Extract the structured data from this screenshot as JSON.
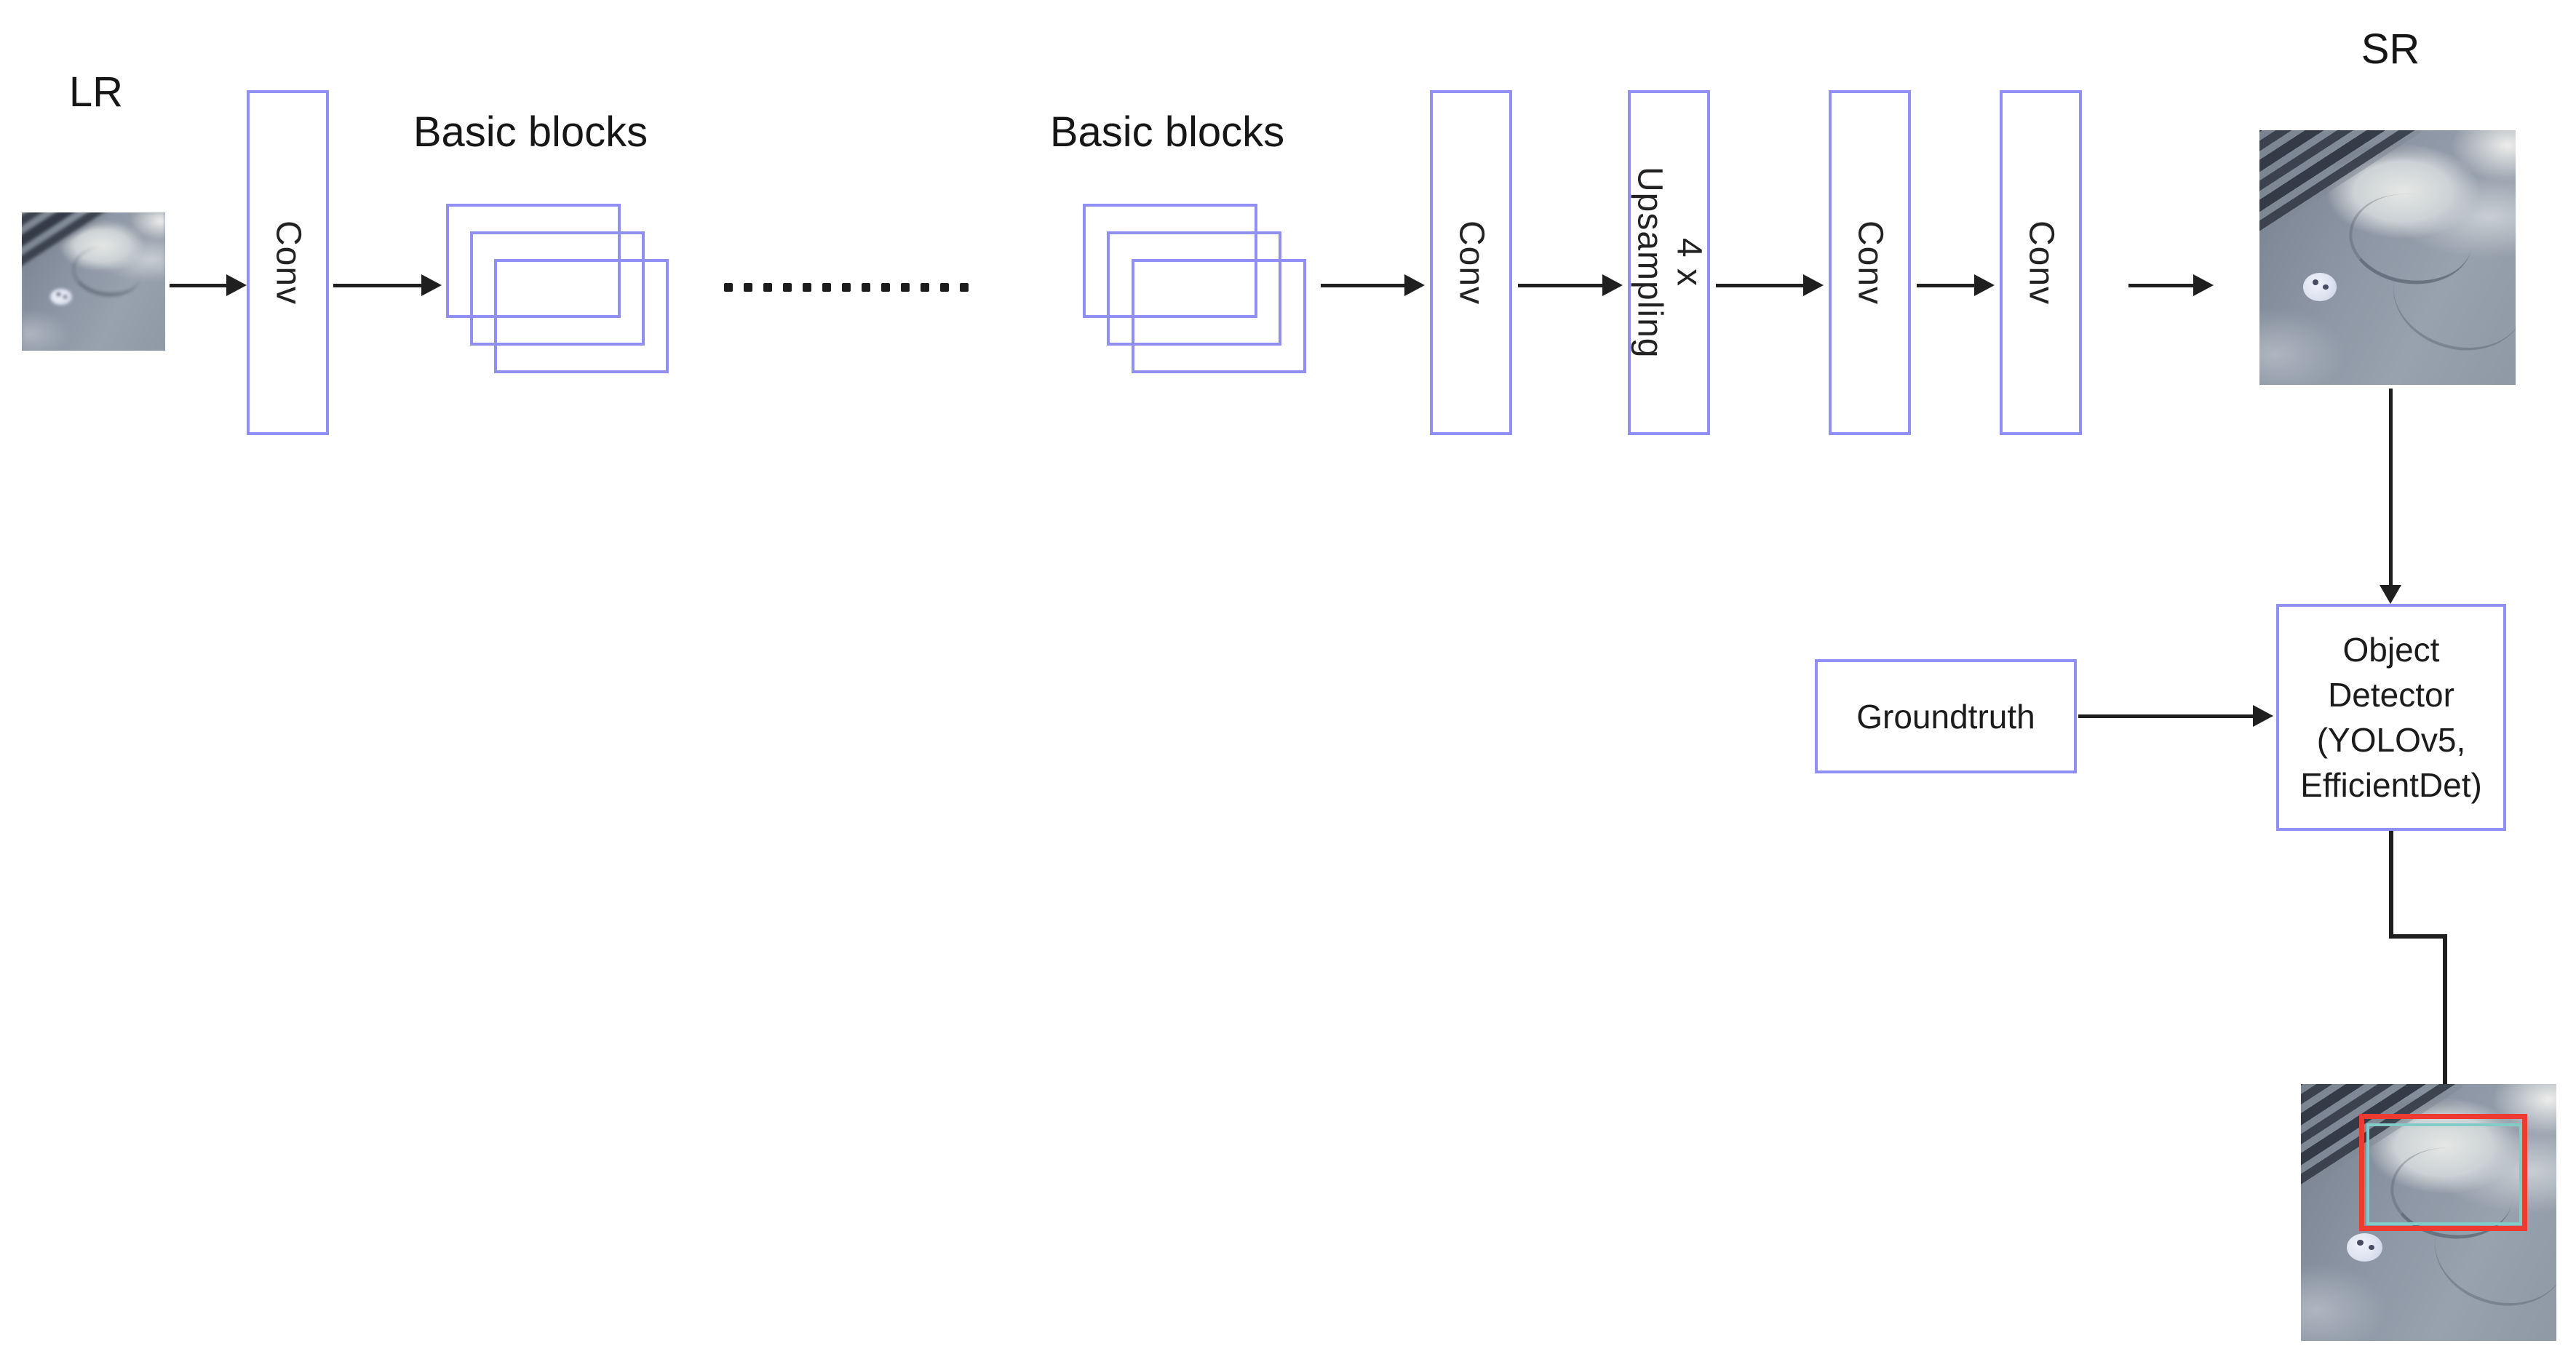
{
  "figure": {
    "lr_label": "LR",
    "sr_label": "SR",
    "basic_blocks_labels": [
      "Basic blocks",
      "Basic blocks"
    ],
    "conv_labels": [
      "Conv",
      "Conv",
      "Conv",
      "Conv"
    ],
    "upsampling_label_lines": [
      "4 x",
      "Upsampling"
    ],
    "ellipsis_dot_count": 13,
    "groundtruth_label": "Groundtruth",
    "detector_label_lines": [
      "Object",
      "Detector",
      "(YOLOv5,",
      "EfficientDet)"
    ],
    "colors": {
      "box_border": "#8f8ff4",
      "arrow": "#1f1f1f",
      "detection_red": "#ee3b32",
      "overlay_cyan": "#82ccc7"
    }
  }
}
